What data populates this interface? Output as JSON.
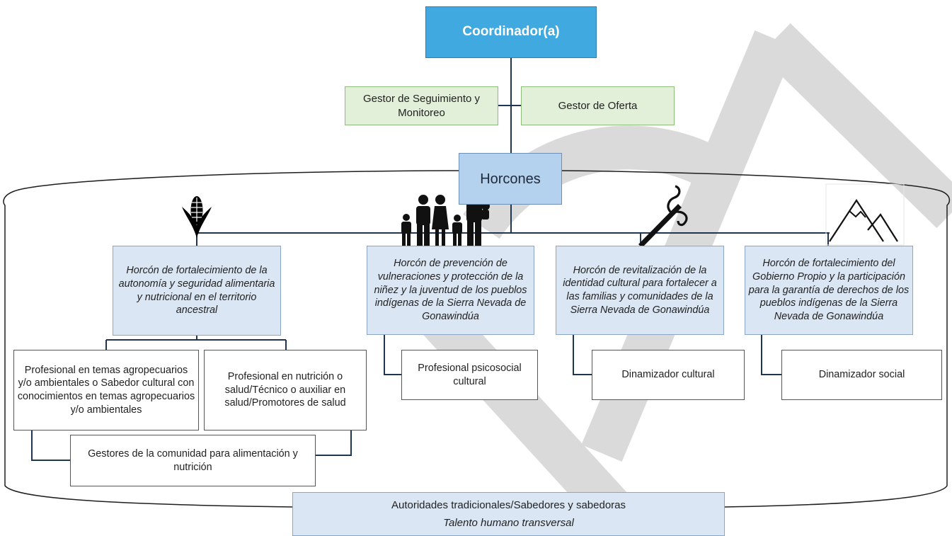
{
  "coordinator": "Coordinador(a)",
  "gestores": {
    "seguimiento": "Gestor de Seguimiento y Monitoreo",
    "oferta": "Gestor de Oferta"
  },
  "horcones_title": "Horcones",
  "horcones": [
    {
      "title": "Horcón de fortalecimiento de la autonomía y seguridad alimentaria y nutricional en el territorio ancestral",
      "icon": "corn-icon",
      "roles": [
        "Profesional en temas agropecuarios y/o ambientales o Sabedor cultural con conocimientos en temas agropecuarios y/o ambientales",
        "Profesional en nutrición o salud/Técnico o auxiliar en salud/Promotores de salud",
        "Gestores de la comunidad para alimentación y nutrición"
      ]
    },
    {
      "title": "Horcón de prevención de vulneraciones y protección de la niñez y la juventud de los pueblos indígenas de la Sierra Nevada de Gonawindúa",
      "icon": "family-icon",
      "roles": [
        "Profesional psicosocial cultural"
      ]
    },
    {
      "title": "Horcón de revitalización de la identidad cultural para fortalecer a las familias y comunidades de la Sierra Nevada de Gonawindúa",
      "icon": "needle-thread-icon",
      "roles": [
        "Dinamizador cultural"
      ]
    },
    {
      "title": "Horcón de fortalecimiento del Gobierno Propio y la participación para la garantía de derechos de los pueblos indígenas de la Sierra Nevada de Gonawindúa",
      "icon": "mountain-icon",
      "roles": [
        "Dinamizador social"
      ]
    }
  ],
  "transversal": {
    "title": "Autoridades tradicionales/Sabedores y sabedoras",
    "subtitle": "Talento humano transversal"
  },
  "colors": {
    "coordinator": "#3fa9e0",
    "gestor": "#e2f0d9",
    "horcones": "#b4d1ee",
    "horcon": "#dae6f3",
    "connector": "#1f3550",
    "watermark": "#dadada"
  }
}
